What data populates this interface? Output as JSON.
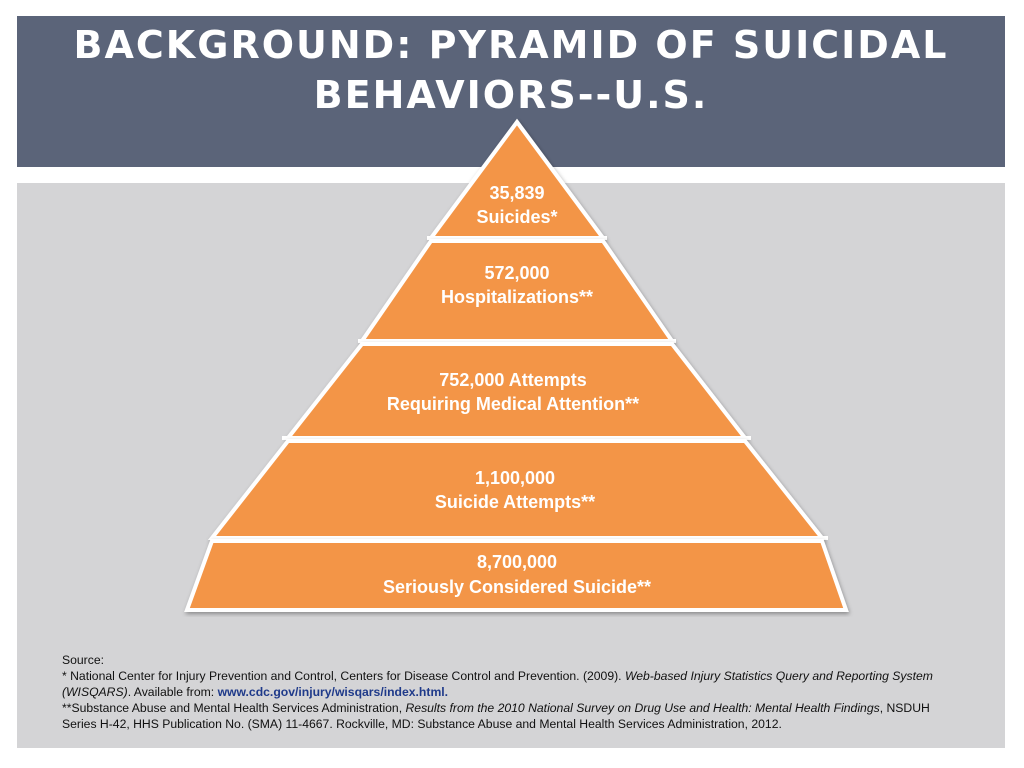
{
  "title": {
    "line1": "BACKGROUND: PYRAMID OF SUICIDAL",
    "line2": "BEHAVIORS--U.S."
  },
  "pyramid": {
    "levels": [
      {
        "value": "35,839",
        "label": "Suicides*"
      },
      {
        "value": "572,000",
        "label": "Hospitalizations**"
      },
      {
        "value": "752,000 Attempts",
        "label": "Requiring Medical Attention**"
      },
      {
        "value": "1,100,000",
        "label": "Suicide Attempts**"
      },
      {
        "value": "8,700,000",
        "label": "Seriously Considered Suicide**"
      }
    ],
    "fill_color": "#f39547",
    "outline_color": "#ffffff"
  },
  "sources": {
    "heading": "Source:",
    "ref1_plain": "* National Center for Injury Prevention and Control, Centers for Disease Control and Prevention. (2009).",
    "ref1_italic": "Web-based Injury Statistics Query and Reporting System (WISQARS)",
    "ref1_available": ". Available from:",
    "ref1_link": "www.cdc.gov/injury/wisqars/index.html.",
    "ref2_plain": "**Substance Abuse and Mental Health Services Administration,",
    "ref2_italic": "Results from the 2010 National Survey on Drug Use and Health: Mental Health Findings",
    "ref2_rest": ", NSDUH Series H-42, HHS Publication No. (SMA) 11-4667. Rockville, MD: Substance Abuse and Mental Health Services Administration, 2012."
  }
}
